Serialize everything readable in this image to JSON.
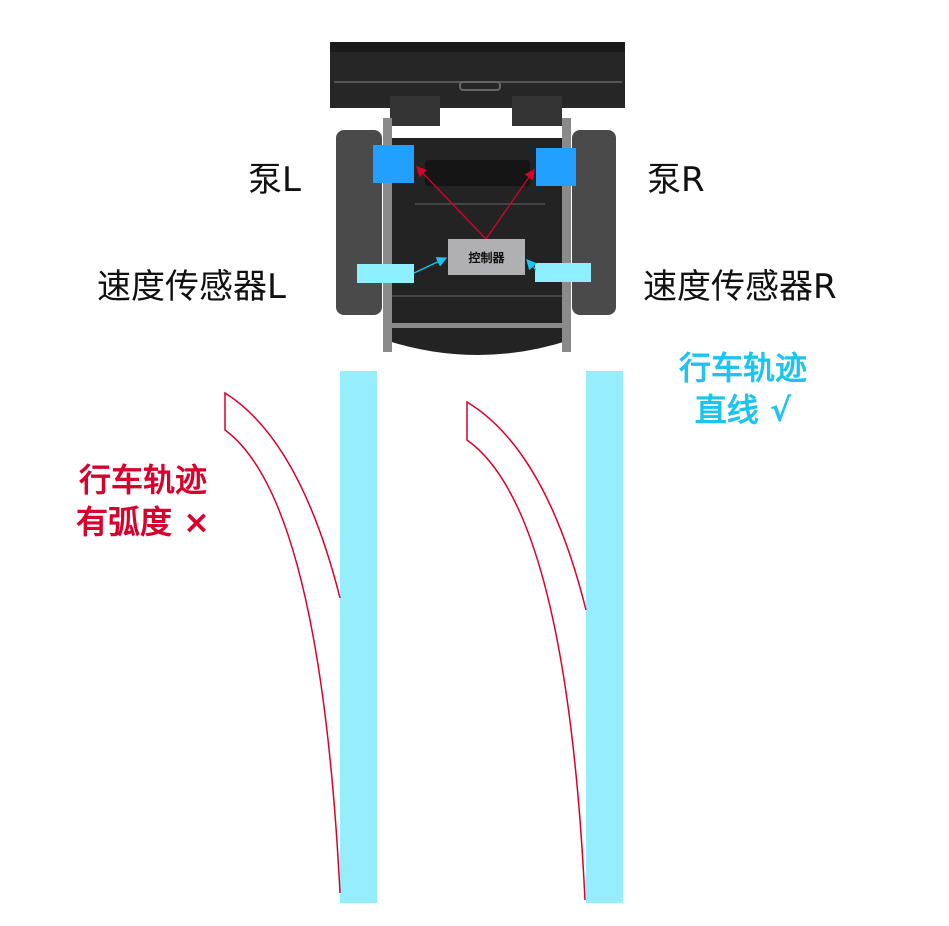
{
  "labels": {
    "pump_left": "泵L",
    "pump_right": "泵R",
    "sensor_left": "速度传感器L",
    "sensor_right": "速度传感器R",
    "controller": "控制器",
    "good_line1": "行车轨迹",
    "good_line2": "直线 √",
    "bad_line1": "行车轨迹",
    "bad_line2": "有弧度 ×"
  },
  "colors": {
    "pump": "#22a0ff",
    "sensor": "#8ef0ff",
    "track_straight": "#96eefc",
    "track_curved": "#d8002c",
    "good": "#1ec4ee",
    "bad": "#d8002c"
  }
}
